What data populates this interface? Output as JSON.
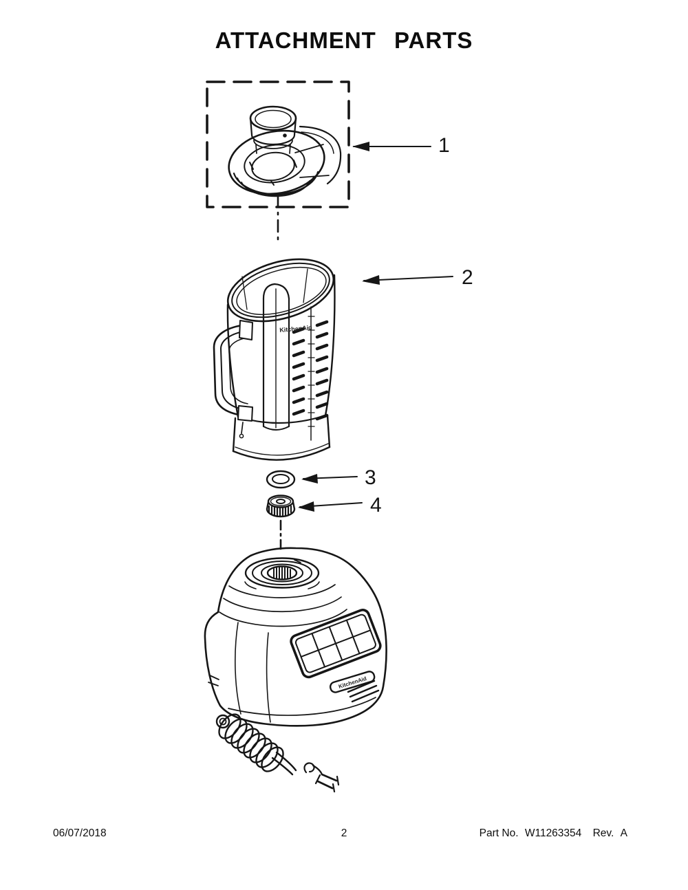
{
  "page": {
    "title": "ATTACHMENT PARTS",
    "footer": {
      "date": "06/07/2018",
      "page_number": "2",
      "part_label": "Part No.",
      "part_number": "W11263354",
      "rev_label": "Rev.",
      "rev_value": "A"
    }
  },
  "diagram": {
    "brand": "KitchenAid",
    "callouts": [
      {
        "number": "1"
      },
      {
        "number": "2"
      },
      {
        "number": "3"
      },
      {
        "number": "4"
      }
    ]
  }
}
